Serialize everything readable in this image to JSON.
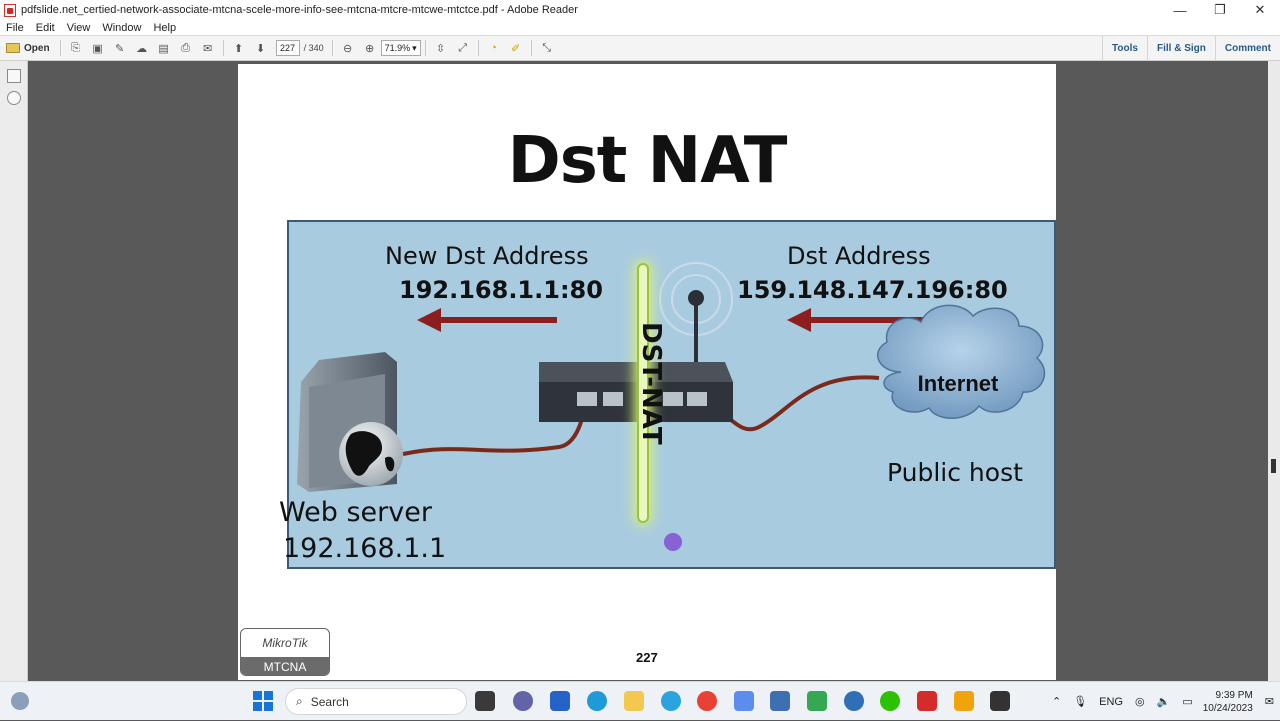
{
  "window": {
    "title": "pdfslide.net_certied-network-associate-mtcna-scele-more-info-see-mtcna-mtcre-mtcwe-mtctce.pdf - Adobe Reader",
    "minimize": "—",
    "maximize": "❐",
    "close": "✕"
  },
  "menu": [
    "File",
    "Edit",
    "View",
    "Window",
    "Help"
  ],
  "toolbar": {
    "open_label": "Open",
    "page_current": "227",
    "page_total": "/ 340",
    "zoom": "71.9%",
    "right_items": [
      "Tools",
      "Fill & Sign",
      "Comment"
    ]
  },
  "slide": {
    "title": "Dst NAT",
    "new_dst_label": "New Dst Address",
    "new_dst_ip": "192.168.1.1:80",
    "dst_label": "Dst Address",
    "dst_ip": "159.148.147.196:80",
    "nat_label": "DST-NAT",
    "internet_label": "Internet",
    "public_host_label": "Public host",
    "web_server_label": "Web server",
    "web_server_ip": "192.168.1.1",
    "page_number": "227",
    "logo_brand": "MikroTik",
    "logo_course": "MTCNA"
  },
  "taskbar": {
    "search_placeholder": "Search",
    "language": "ENG",
    "time": "9:39 PM",
    "date": "10/24/2023"
  },
  "colors": {
    "diagram_bg": "#a9cbe0",
    "arrow": "#8b1e1e",
    "nat_glow": "#b8e04a",
    "cloud": "#7fa6c8"
  }
}
